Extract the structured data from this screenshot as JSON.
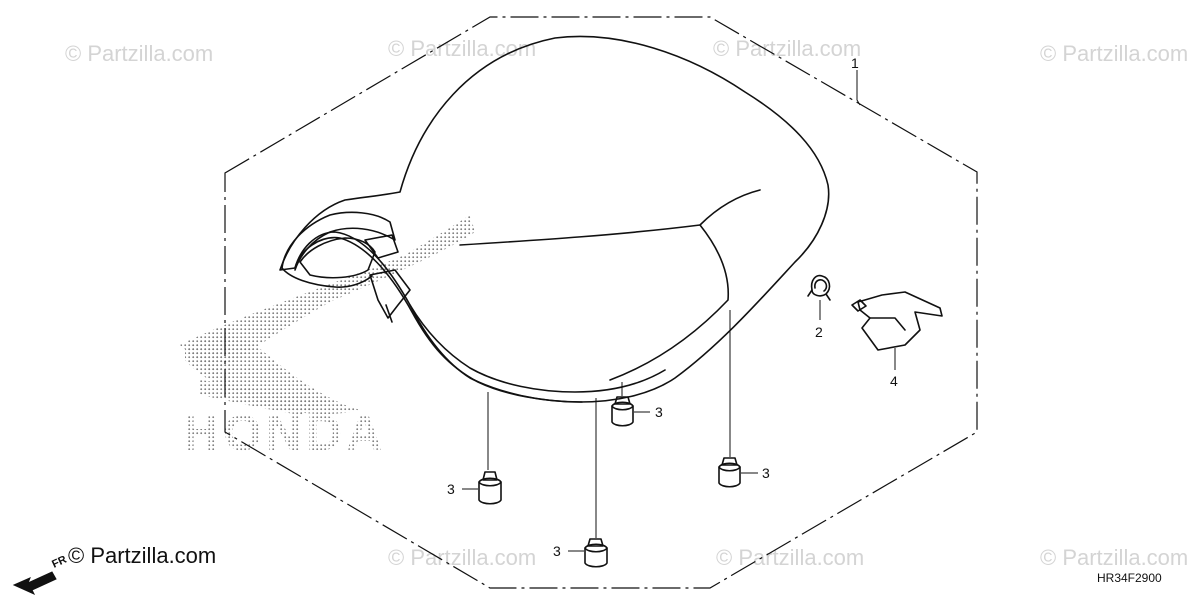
{
  "watermark": {
    "text": "© Partzilla.com",
    "color": "#d4d4d4"
  },
  "footer": {
    "watermark_text": "© Partzilla.com",
    "direction_label": "FR",
    "diagram_code": "HR34F2900"
  },
  "background_logo": {
    "text": "HONDA"
  },
  "callouts": {
    "seat": "1",
    "spring": "2",
    "cushion": "3",
    "hook": "4"
  }
}
